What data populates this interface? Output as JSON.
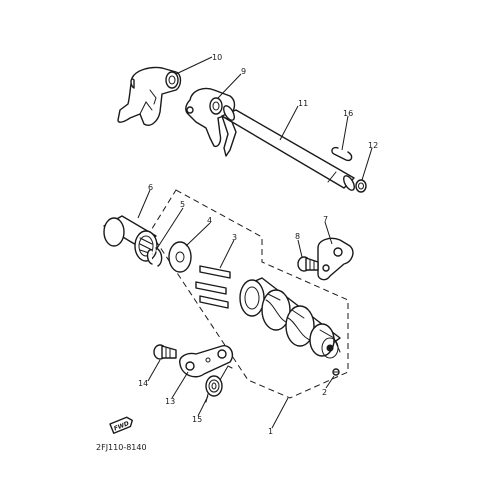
{
  "diagram": {
    "drawing_code": "2FJ110-8140",
    "direction_tag": "FWD",
    "callouts": {
      "p1": "1",
      "p2": "2",
      "p3": "3",
      "p4": "4",
      "p5": "5",
      "p6": "6",
      "p7": "7",
      "p8": "8",
      "p9": "9",
      "p10": "10",
      "p11": "11",
      "p12": "12",
      "p13": "13",
      "p14": "14",
      "p15": "15",
      "p16": "16"
    }
  }
}
